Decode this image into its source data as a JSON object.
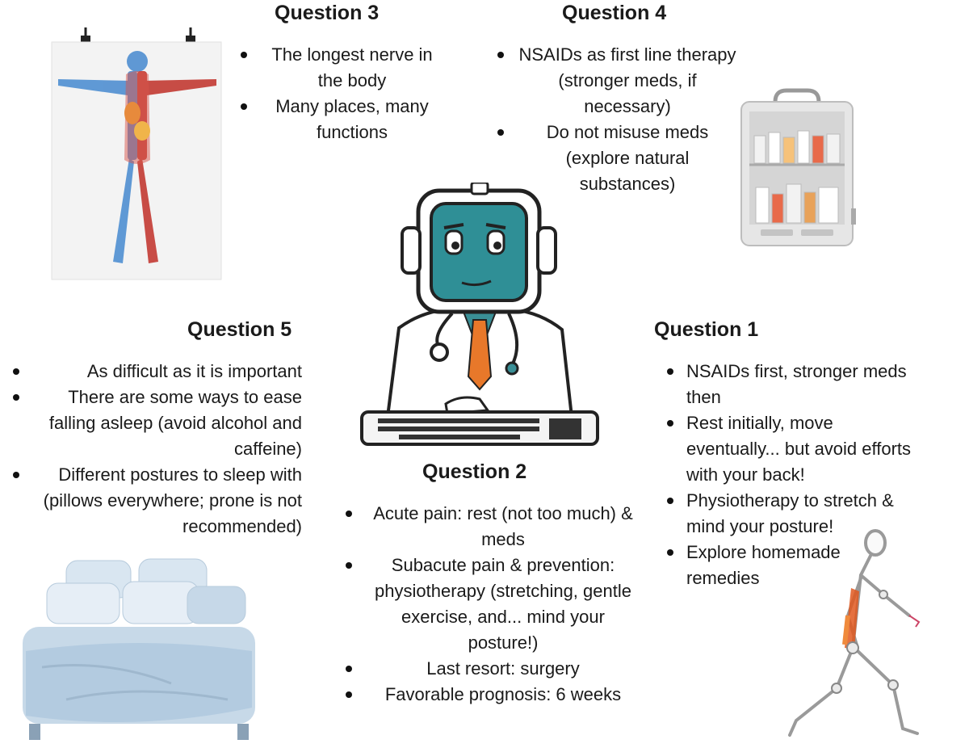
{
  "q3": {
    "title": "Question 3",
    "bullets": [
      "The longest nerve in the body",
      "Many places, many functions"
    ]
  },
  "q4": {
    "title": "Question 4",
    "bullets": [
      "NSAIDs as first line therapy (stronger meds, if necessary)",
      "Do not misuse meds (explore natural substances)"
    ]
  },
  "q5": {
    "title": "Question 5",
    "bullets": [
      "As difficult as it is important",
      "There are some ways to ease falling asleep (avoid alcohol and caffeine)",
      "Different postures to sleep with (pillows everywhere; prone is not recommended)"
    ]
  },
  "q1": {
    "title": "Question 1",
    "bullets": [
      "NSAIDs first, stronger meds then",
      "Rest initially, move eventually... but avoid efforts with your back!",
      "Physiotherapy to stretch & mind your posture!",
      "Explore homemade remedies"
    ]
  },
  "q2": {
    "title": "Question 2",
    "bullets": [
      "Acute pain: rest (not too much) & meds",
      "Subacute pain & prevention: physiotherapy (stretching, gentle exercise, and... mind your posture!)",
      "Last resort: surgery",
      "Favorable prognosis: 6 weeks"
    ]
  },
  "icons": {
    "anatomy": "anatomy-poster-icon",
    "cabinet": "medicine-cabinet-icon",
    "robot": "robot-doctor-icon",
    "bed": "bed-icon",
    "walker": "walking-skeleton-icon"
  },
  "colors": {
    "robot_face": "#2f8f96",
    "tie": "#e8782a",
    "bed": "#b8cfe0"
  }
}
